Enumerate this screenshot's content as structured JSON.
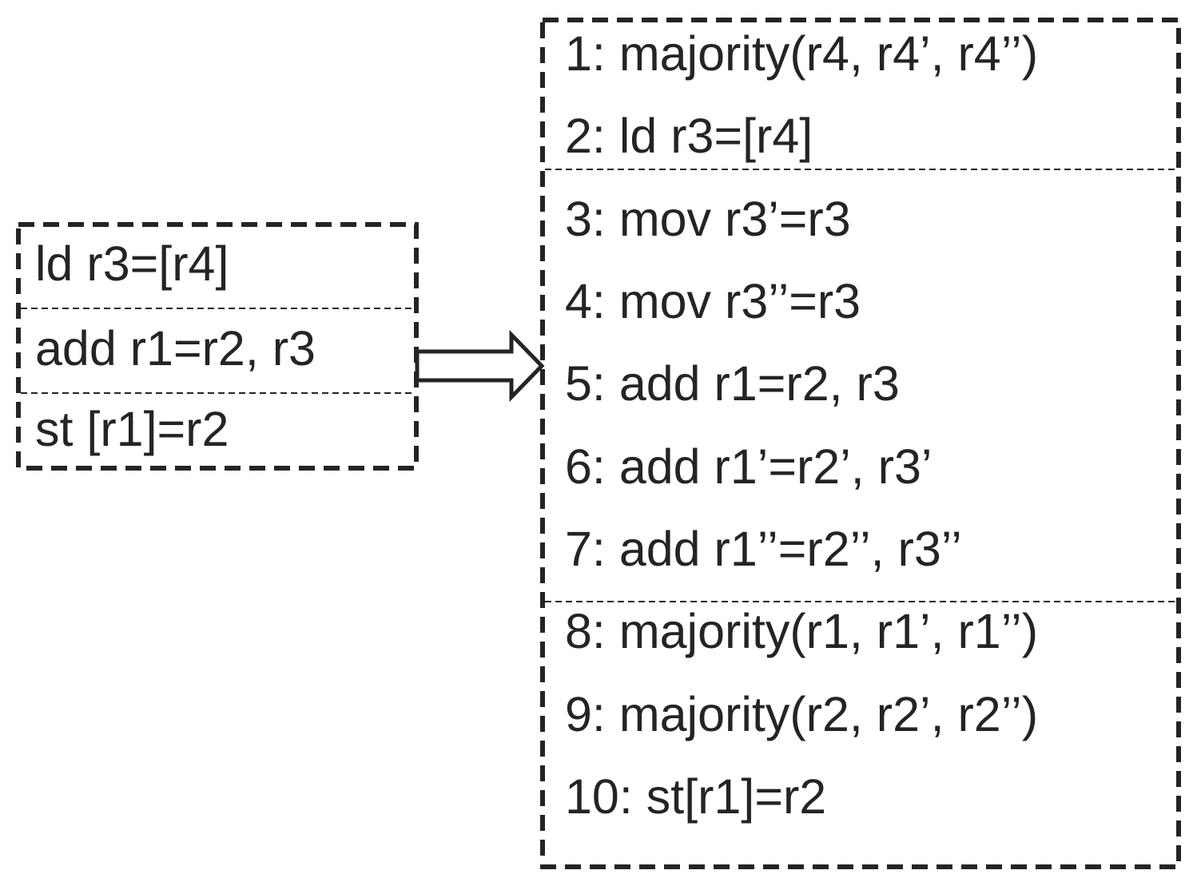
{
  "figure": {
    "colors": {
      "ink": "#242424",
      "background": "#ffffff"
    },
    "left_box": {
      "instructions": [
        "ld r3=[r4]",
        "add r1=r2, r3",
        "st [r1]=r2"
      ]
    },
    "right_box": {
      "sections": [
        {
          "instructions": [
            "1: majority(r4, r4’, r4’’)",
            "2: ld r3=[r4]"
          ]
        },
        {
          "instructions": [
            "3: mov r3’=r3",
            "4: mov r3’’=r3",
            "5: add r1=r2, r3",
            "6: add r1’=r2’, r3’",
            "7: add r1’’=r2’’, r3’’"
          ]
        },
        {
          "instructions": [
            "8: majority(r1, r1’, r1’’)",
            "9: majority(r2, r2’, r2’’)",
            "10: st[r1]=r2"
          ]
        }
      ]
    }
  }
}
